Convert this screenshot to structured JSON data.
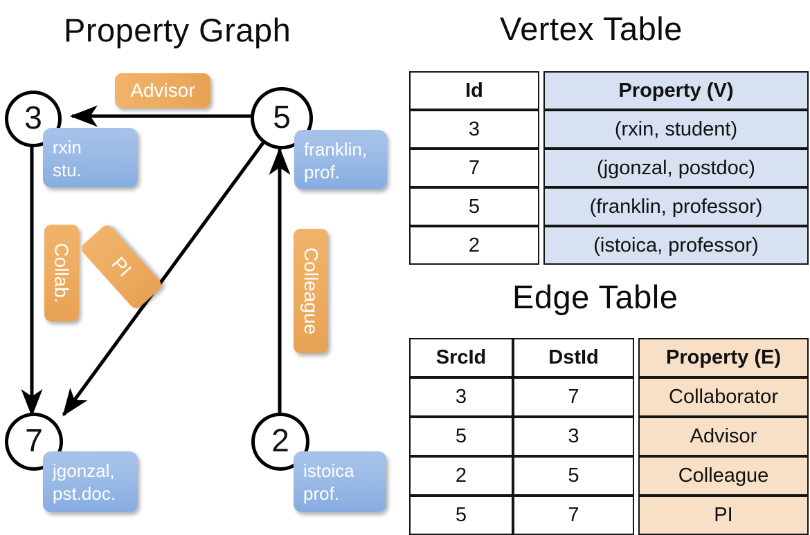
{
  "titles": {
    "graph": "Property Graph",
    "vertex_table": "Vertex Table",
    "edge_table": "Edge Table"
  },
  "graph": {
    "nodes": [
      {
        "id": "3",
        "label": "3",
        "property_lines": [
          "rxin",
          "stu."
        ]
      },
      {
        "id": "5",
        "label": "5",
        "property_lines": [
          "franklin,",
          "prof."
        ]
      },
      {
        "id": "7",
        "label": "7",
        "property_lines": [
          "jgonzal,",
          "pst.doc."
        ]
      },
      {
        "id": "2",
        "label": "2",
        "property_lines": [
          "istoica",
          "prof."
        ]
      }
    ],
    "edge_labels": [
      {
        "name": "advisor",
        "text": "Advisor"
      },
      {
        "name": "collab",
        "text": "Collab."
      },
      {
        "name": "pi",
        "text": "PI"
      },
      {
        "name": "colleague",
        "text": "Colleague"
      }
    ]
  },
  "vertex_table": {
    "headers": [
      "Id",
      "Property (V)"
    ],
    "rows": [
      {
        "id": "3",
        "property": "(rxin, student)"
      },
      {
        "id": "7",
        "property": "(jgonzal, postdoc)"
      },
      {
        "id": "5",
        "property": "(franklin, professor)"
      },
      {
        "id": "2",
        "property": "(istoica, professor)"
      }
    ]
  },
  "edge_table": {
    "headers": [
      "SrcId",
      "DstId",
      "Property (E)"
    ],
    "rows": [
      {
        "src": "3",
        "dst": "7",
        "property": "Collaborator"
      },
      {
        "src": "5",
        "dst": "3",
        "property": "Advisor"
      },
      {
        "src": "2",
        "dst": "5",
        "property": "Colleague"
      },
      {
        "src": "5",
        "dst": "7",
        "property": "PI"
      }
    ]
  },
  "colors": {
    "vertex_property_fill": "#d7e1f2",
    "edge_property_fill": "#f8e0c6",
    "node_property_box": "#9cbbe7",
    "edge_label_box": "#eeae63",
    "stroke": "#141414"
  }
}
